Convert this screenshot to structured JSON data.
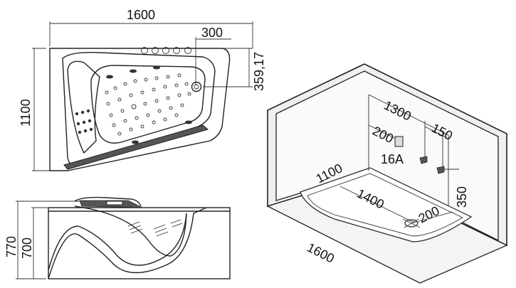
{
  "top_view": {
    "width_label": "1600",
    "offset_label": "300",
    "depth_label": "1100",
    "control_offset_label": "359,17"
  },
  "side_view": {
    "total_height_label": "770",
    "rim_height_label": "700"
  },
  "room_view": {
    "wall_width_label": "1300",
    "spout_offset_label": "200",
    "valve_spacing_label": "150",
    "model_label": "16A",
    "tub_depth_label": "1100",
    "tub_inner_length_label": "1400",
    "valve_height_label": "350",
    "drain_offset_label": "200",
    "tub_length_label": "1600"
  }
}
